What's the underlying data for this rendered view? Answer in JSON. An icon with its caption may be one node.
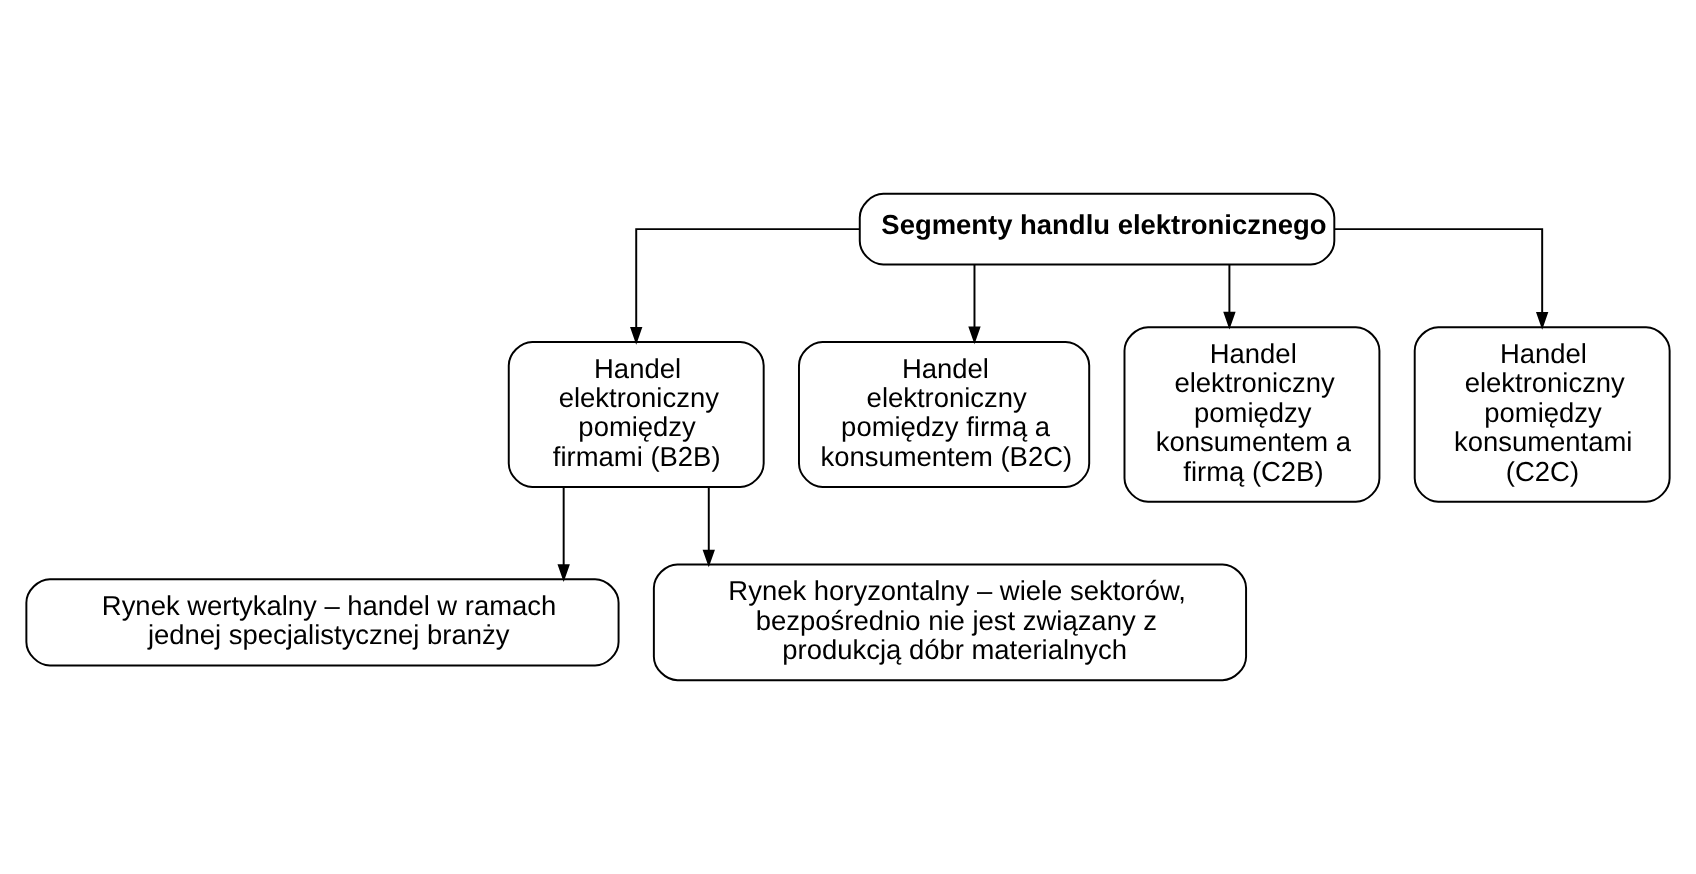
{
  "diagram": {
    "nodes": [
      {
        "text": [
          "Segmenty handlu elektronicznego"
        ]
      },
      {
        "text": [
          "Handel elektroniczny pomiędzy firmami (B2B)"
        ]
      },
      {
        "text": [
          "Handel elektroniczny pomiędzy firmą a konsumentem (B2C)"
        ]
      },
      {
        "text": [
          "Handel elektroniczny pomiędzy konsumentem a firmą (C2B)"
        ]
      },
      {
        "text": [
          "Handel elektroniczny pomiędzy konsumentami (C2C)"
        ]
      },
      {
        "text": [
          "Rynek wertykalny – handel w ramach jednej specjalistycznej branży"
        ]
      },
      {
        "text": [
          "Rynek horyzontalny – wiele sektorów, bezpośrednio nie jest związany z produkcją dóbr materialnych"
        ]
      }
    ],
    "edges": [
      {
        "from": 0,
        "to": 1,
        "arrow": "to"
      },
      {
        "from": 0,
        "to": 2,
        "arrow": "to"
      },
      {
        "from": 0,
        "to": 3,
        "arrow": "to"
      },
      {
        "from": 0,
        "to": 4,
        "arrow": "to"
      },
      {
        "from": 1,
        "to": 5,
        "arrow": "to"
      },
      {
        "from": 1,
        "to": 6,
        "arrow": "to"
      }
    ]
  }
}
